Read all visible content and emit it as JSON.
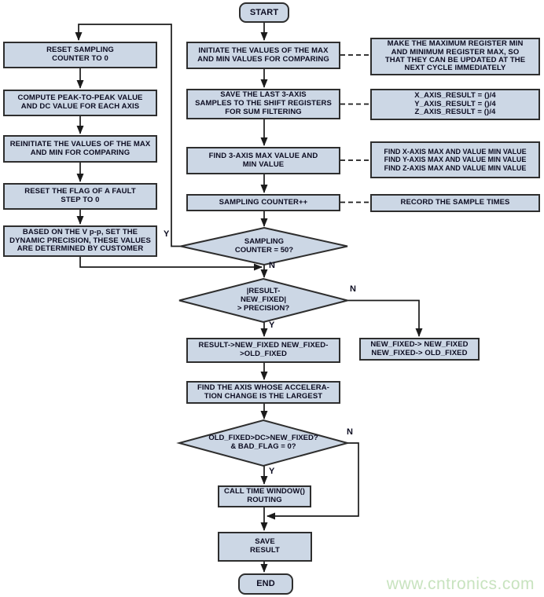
{
  "watermark": "www.cntronics.com",
  "colors": {
    "node_fill": "#ccd7e5",
    "node_border": "#2e2e2e",
    "line": "#1b1b1b",
    "text": "#0d0d22",
    "watermark": "#c8e3bf"
  },
  "nodes": {
    "start": {
      "label": "START"
    },
    "init_max_min": {
      "label": "INITIATE THE VALUES OF THE MAX\nAND MIN VALUES FOR COMPARING"
    },
    "save_samples": {
      "label": "SAVE THE LAST 3-AXIS\nSAMPLES TO THE SHIFT REGISTERS\nFOR SUM FILTERING"
    },
    "find_max_min": {
      "label": "FIND 3-AXIS MAX VALUE AND\nMIN VALUE"
    },
    "sampling_inc": {
      "label": "SAMPLING COUNTER++"
    },
    "dec_sampling_50": {
      "label": "SAMPLING\nCOUNTER = 50?"
    },
    "dec_precision": {
      "label": "|RESULT-\nNEW_FIXED|\n> PRECISION?"
    },
    "result_to_fixed": {
      "label": "RESULT->NEW_FIXED NEW_FIXED-\n>OLD_FIXED"
    },
    "find_axis": {
      "label": "FIND THE AXIS WHOSE ACCELERA-\nTION CHANGE IS THE LARGEST"
    },
    "dec_old_fixed": {
      "label": "OLD_FIXED>DC>NEW_FIXED?\n& BAD_FLAG = 0?"
    },
    "call_time_window": {
      "label": "CALL TIME WINDOW()\nROUTING"
    },
    "save_result": {
      "label": "SAVE\nRESULT"
    },
    "end": {
      "label": "END"
    },
    "reset_counter": {
      "label": "RESET SAMPLING\nCOUNTER TO 0"
    },
    "compute_peak": {
      "label": "COMPUTE PEAK-TO-PEAK VALUE\nAND DC VALUE FOR EACH AXIS"
    },
    "reinitiate": {
      "label": "REINITIATE THE VALUES OF THE MAX\nAND MIN FOR COMPARING"
    },
    "reset_flag": {
      "label": "RESET THE FLAG OF A FAULT\nSTEP TO 0"
    },
    "based_vpp": {
      "label": "BASED ON THE V p-p, SET THE\nDYNAMIC PRECISION, THESE VALUES\nARE DETERMINED BY CUSTOMER"
    },
    "note_registers": {
      "label": "MAKE THE MAXIMUM REGISTER MIN\nAND MINIMUM REGISTER MAX, SO\nTHAT THEY CAN BE UPDATED AT THE\nNEXT CYCLE IMMEDIATELY"
    },
    "note_axis_result": {
      "label": "X_AXIS_RESULT = ()/4\nY_AXIS_RESULT = ()/4\nZ_AXIS_RESULT = ()/4"
    },
    "note_find_xyz": {
      "label": "FIND X-AXIS MAX AND VALUE MIN VALUE\nFIND Y-AXIS MAX AND VALUE MIN VALUE\nFIND Z-AXIS MAX AND VALUE MIN VALUE"
    },
    "note_record": {
      "label": "RECORD THE SAMPLE TIMES"
    },
    "new_fixed_assign": {
      "label": "NEW_FIXED-> NEW_FIXED\nNEW_FIXED-> OLD_FIXED"
    }
  },
  "edge_labels": {
    "d1_yes": "Y",
    "d1_no": "N",
    "d2_no": "N",
    "d2_yes": "Y",
    "d3_no": "N",
    "d3_yes": "Y"
  }
}
